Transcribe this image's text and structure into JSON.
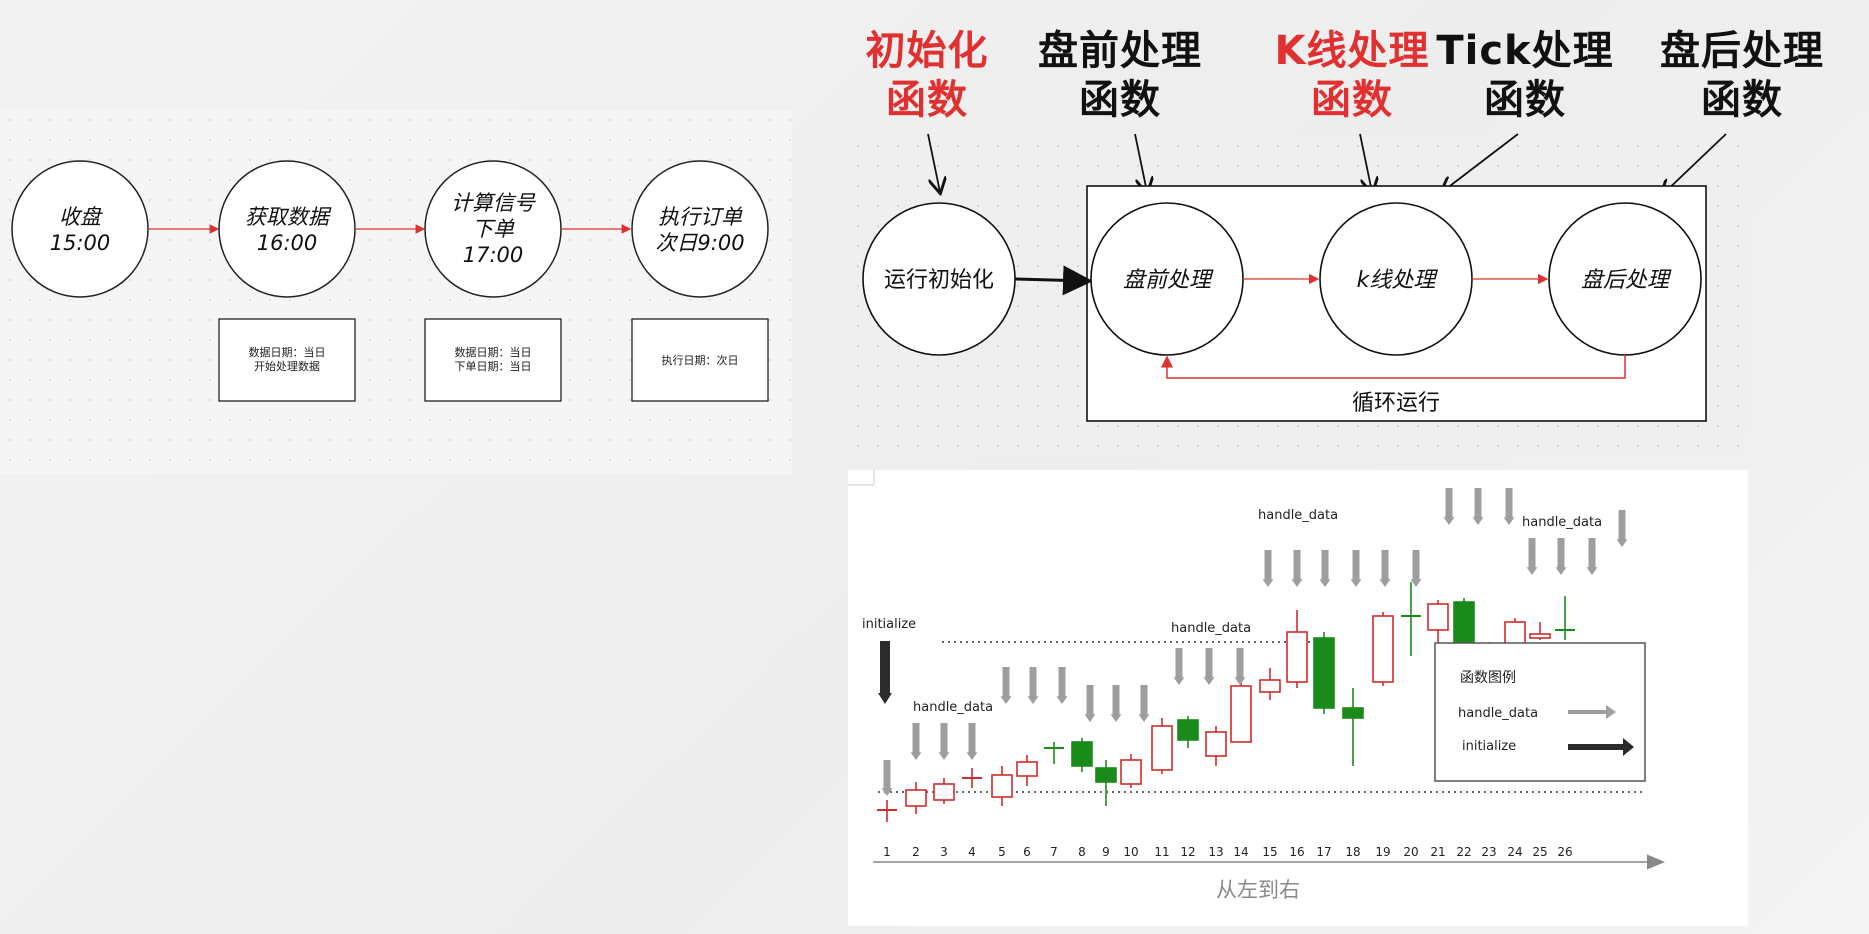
{
  "pipeline": {
    "steps": [
      {
        "line1": "收盘",
        "line2": "15:00"
      },
      {
        "line1": "获取数据",
        "line2": "16:00"
      },
      {
        "line1": "计算信号",
        "line2": "下单",
        "line3": "17:00"
      },
      {
        "line1": "执行订单",
        "line2": "次日9:00"
      }
    ],
    "notes": [
      {
        "line1": "数据日期：当日",
        "line2": "开始处理数据"
      },
      {
        "line1": "数据日期：当日",
        "line2": "下单日期：当日"
      },
      {
        "line1": "执行日期：次日"
      }
    ]
  },
  "headers": [
    {
      "line1": "初始化",
      "line2": "函数",
      "color": "#e0302f"
    },
    {
      "line1": "盘前处理",
      "line2": "函数",
      "color": "#111111"
    },
    {
      "line1": "K线处理",
      "line2": "函数",
      "color": "#e0302f"
    },
    {
      "line1": "Tick处理",
      "line2": "函数",
      "color": "#111111"
    },
    {
      "line1": "盘后处理",
      "line2": "函数",
      "color": "#111111"
    }
  ],
  "flow": {
    "init_label": "运行初始化",
    "nodes": [
      "盘前处理",
      "k线处理",
      "盘后处理"
    ],
    "loop_label": "循环运行"
  },
  "chart": {
    "x_ticks": [
      "1",
      "2",
      "3",
      "4",
      "5",
      "6",
      "7",
      "8",
      "9",
      "10",
      "11",
      "12",
      "13",
      "14",
      "15",
      "16",
      "17",
      "18",
      "19",
      "20",
      "21",
      "22",
      "23",
      "24",
      "25",
      "26"
    ],
    "axis_label": "从左到右",
    "labels": {
      "initialize": "initialize",
      "handle_data": "handle_data"
    },
    "legend": {
      "title": "函数图例",
      "items": [
        "handle_data",
        "initialize"
      ]
    },
    "colors": {
      "up": "#d22b2b",
      "down": "#1a8a1a",
      "handle_arrow": "#9e9e9e",
      "init_arrow": "#2b2b2b"
    }
  }
}
